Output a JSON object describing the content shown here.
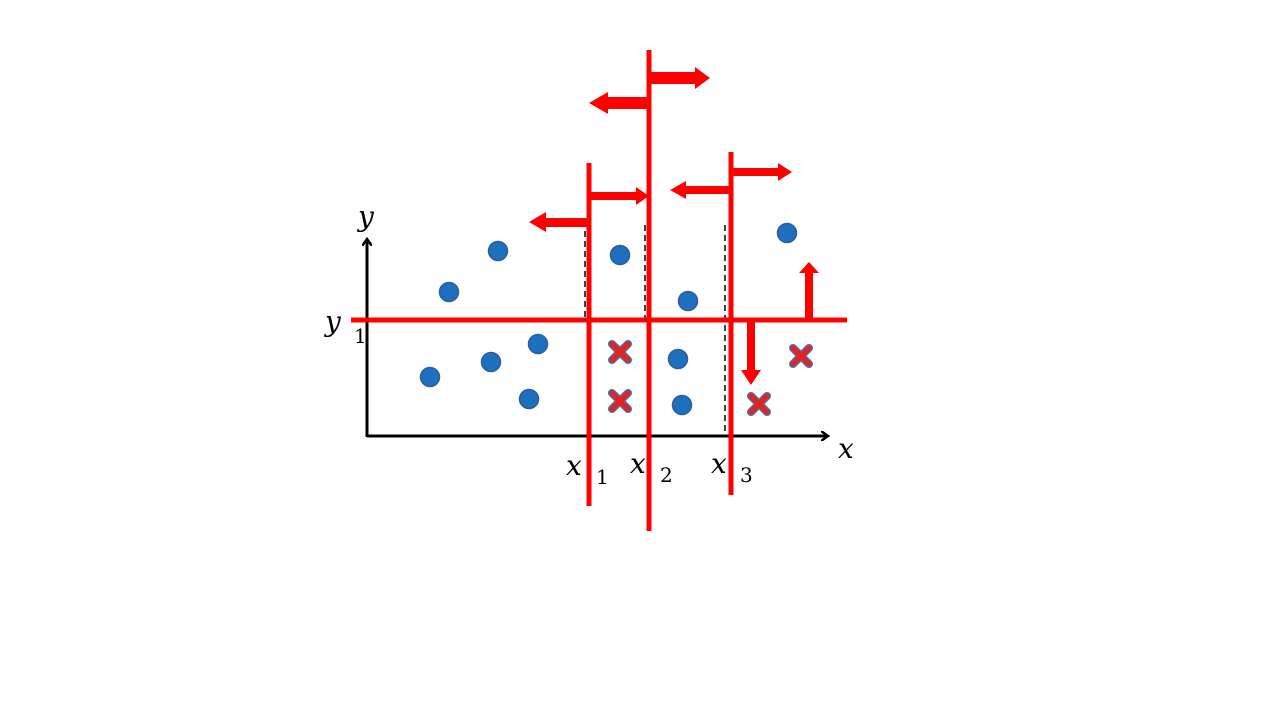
{
  "labels": {
    "y_axis": "y",
    "x_axis": "x",
    "y1_main": "y",
    "y1_sub": "1",
    "x1_main": "x",
    "x1_sub": "1",
    "x2_main": "x",
    "x2_sub": "2",
    "x3_main": "x",
    "x3_sub": "3"
  },
  "colors": {
    "split": "#ff0000",
    "circle": "#1f6fbf",
    "circle_stroke": "#2a5f9e",
    "cross": "#e8211c",
    "axis": "#000000",
    "dashed": "#000000"
  },
  "icons": {
    "circle": "circle-point-icon",
    "cross": "cross-point-icon"
  }
}
